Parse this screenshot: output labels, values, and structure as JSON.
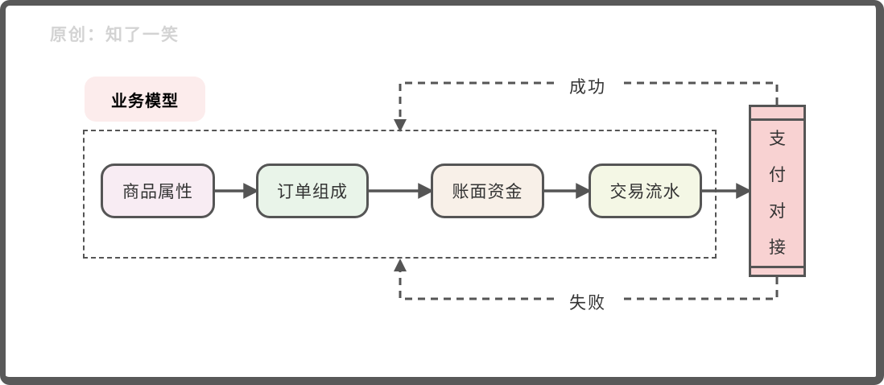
{
  "watermark": "原创：知了一笑",
  "section_label": "业务模型",
  "flow_boxes": [
    {
      "label": "商品属性",
      "bg": "#f8ecf3"
    },
    {
      "label": "订单组成",
      "bg": "#e9f4e9"
    },
    {
      "label": "账面资金",
      "bg": "#f8f0e8"
    },
    {
      "label": "交易流水",
      "bg": "#f4f7e5"
    }
  ],
  "payment_box": {
    "label": "支付对接",
    "bg": "#f8d2d2"
  },
  "edge_labels": {
    "success": "成功",
    "failure": "失败"
  },
  "colors": {
    "section_label_bg": "#fcecec",
    "section_label_text": "#4a90d5",
    "line": "#555555",
    "watermark": "#d3d3d3",
    "frame": "#595959"
  }
}
